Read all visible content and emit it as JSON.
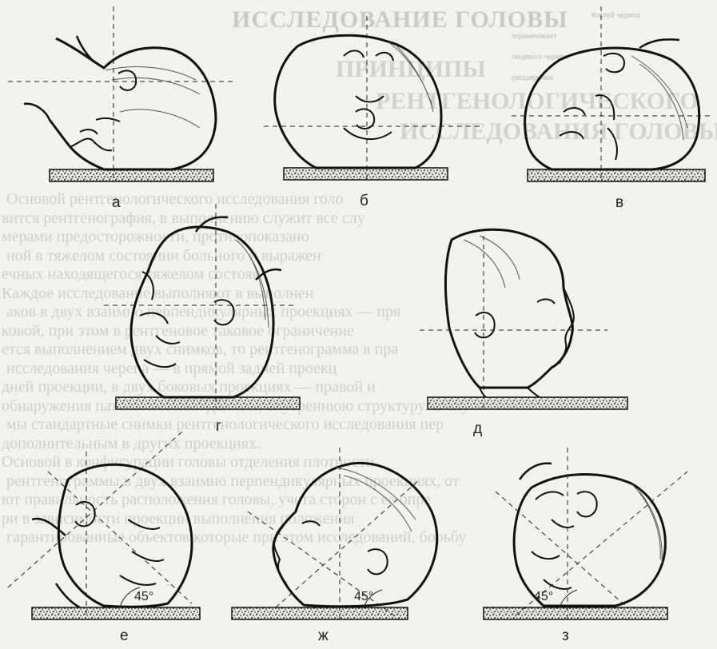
{
  "ghost_text": {
    "title": "ИССЛЕДОВАНИЕ ГОЛОВЫ",
    "small_1": "Костей черепа",
    "small_2": "ограничивает",
    "small_3": "лицевого черепа",
    "small_4": "расширения",
    "sub_1": "ПРИНЦИПЫ",
    "sub_2": "РЕНТГЕНОЛОГИЧЕСКОГО",
    "sub_3": "ИССЛЕДОВАНИЯ ГОЛОВЫ",
    "body_lines": [
      "Основой рентгенологического исследования голо",
      "вится рентгенография, в выполнению служит все слу",
      "мерами предосторожности, противопоказано",
      "ной в тяжелом состоянии больного и выражен",
      "ечных находящегося тяжелом состоян",
      "Каждое исследование выполняют в выполнен",
      "аков в двух взаимно перпендикулярных проекциях — пря",
      "ковой, при этом в рентгеновое таковое ограничение",
      "ется выполнением двух снимков, то рентгенограмма в пра",
      "исследования черепа — в прямой задней проекц",
      "дней проекции, в двух боковых проекциях — правой и",
      "обнаружения патологических данных, внутреннюю структуру. В слу",
      "мы стандартные снимки рентгенологического исследования пер",
      "дополнительным в других проекциях.",
      "Основой в конфигурации головы отделения плотности",
      "рентгенограммы в двух взаимно перпендикулярных проекциях, от",
      "ют правильность расположения головы, учета сторон с ее опре",
      "ри в зависимости проекции выполнения положения",
      "гарантированные объектов которые при этом исследований, борьбу"
    ]
  },
  "labels": {
    "a": "а",
    "b": "б",
    "v": "в",
    "g": "г",
    "d": "д",
    "e": "е",
    "zh": "ж",
    "z": "з"
  },
  "angle_labels": {
    "e": "45°",
    "zh": "45°",
    "z": "45°"
  }
}
